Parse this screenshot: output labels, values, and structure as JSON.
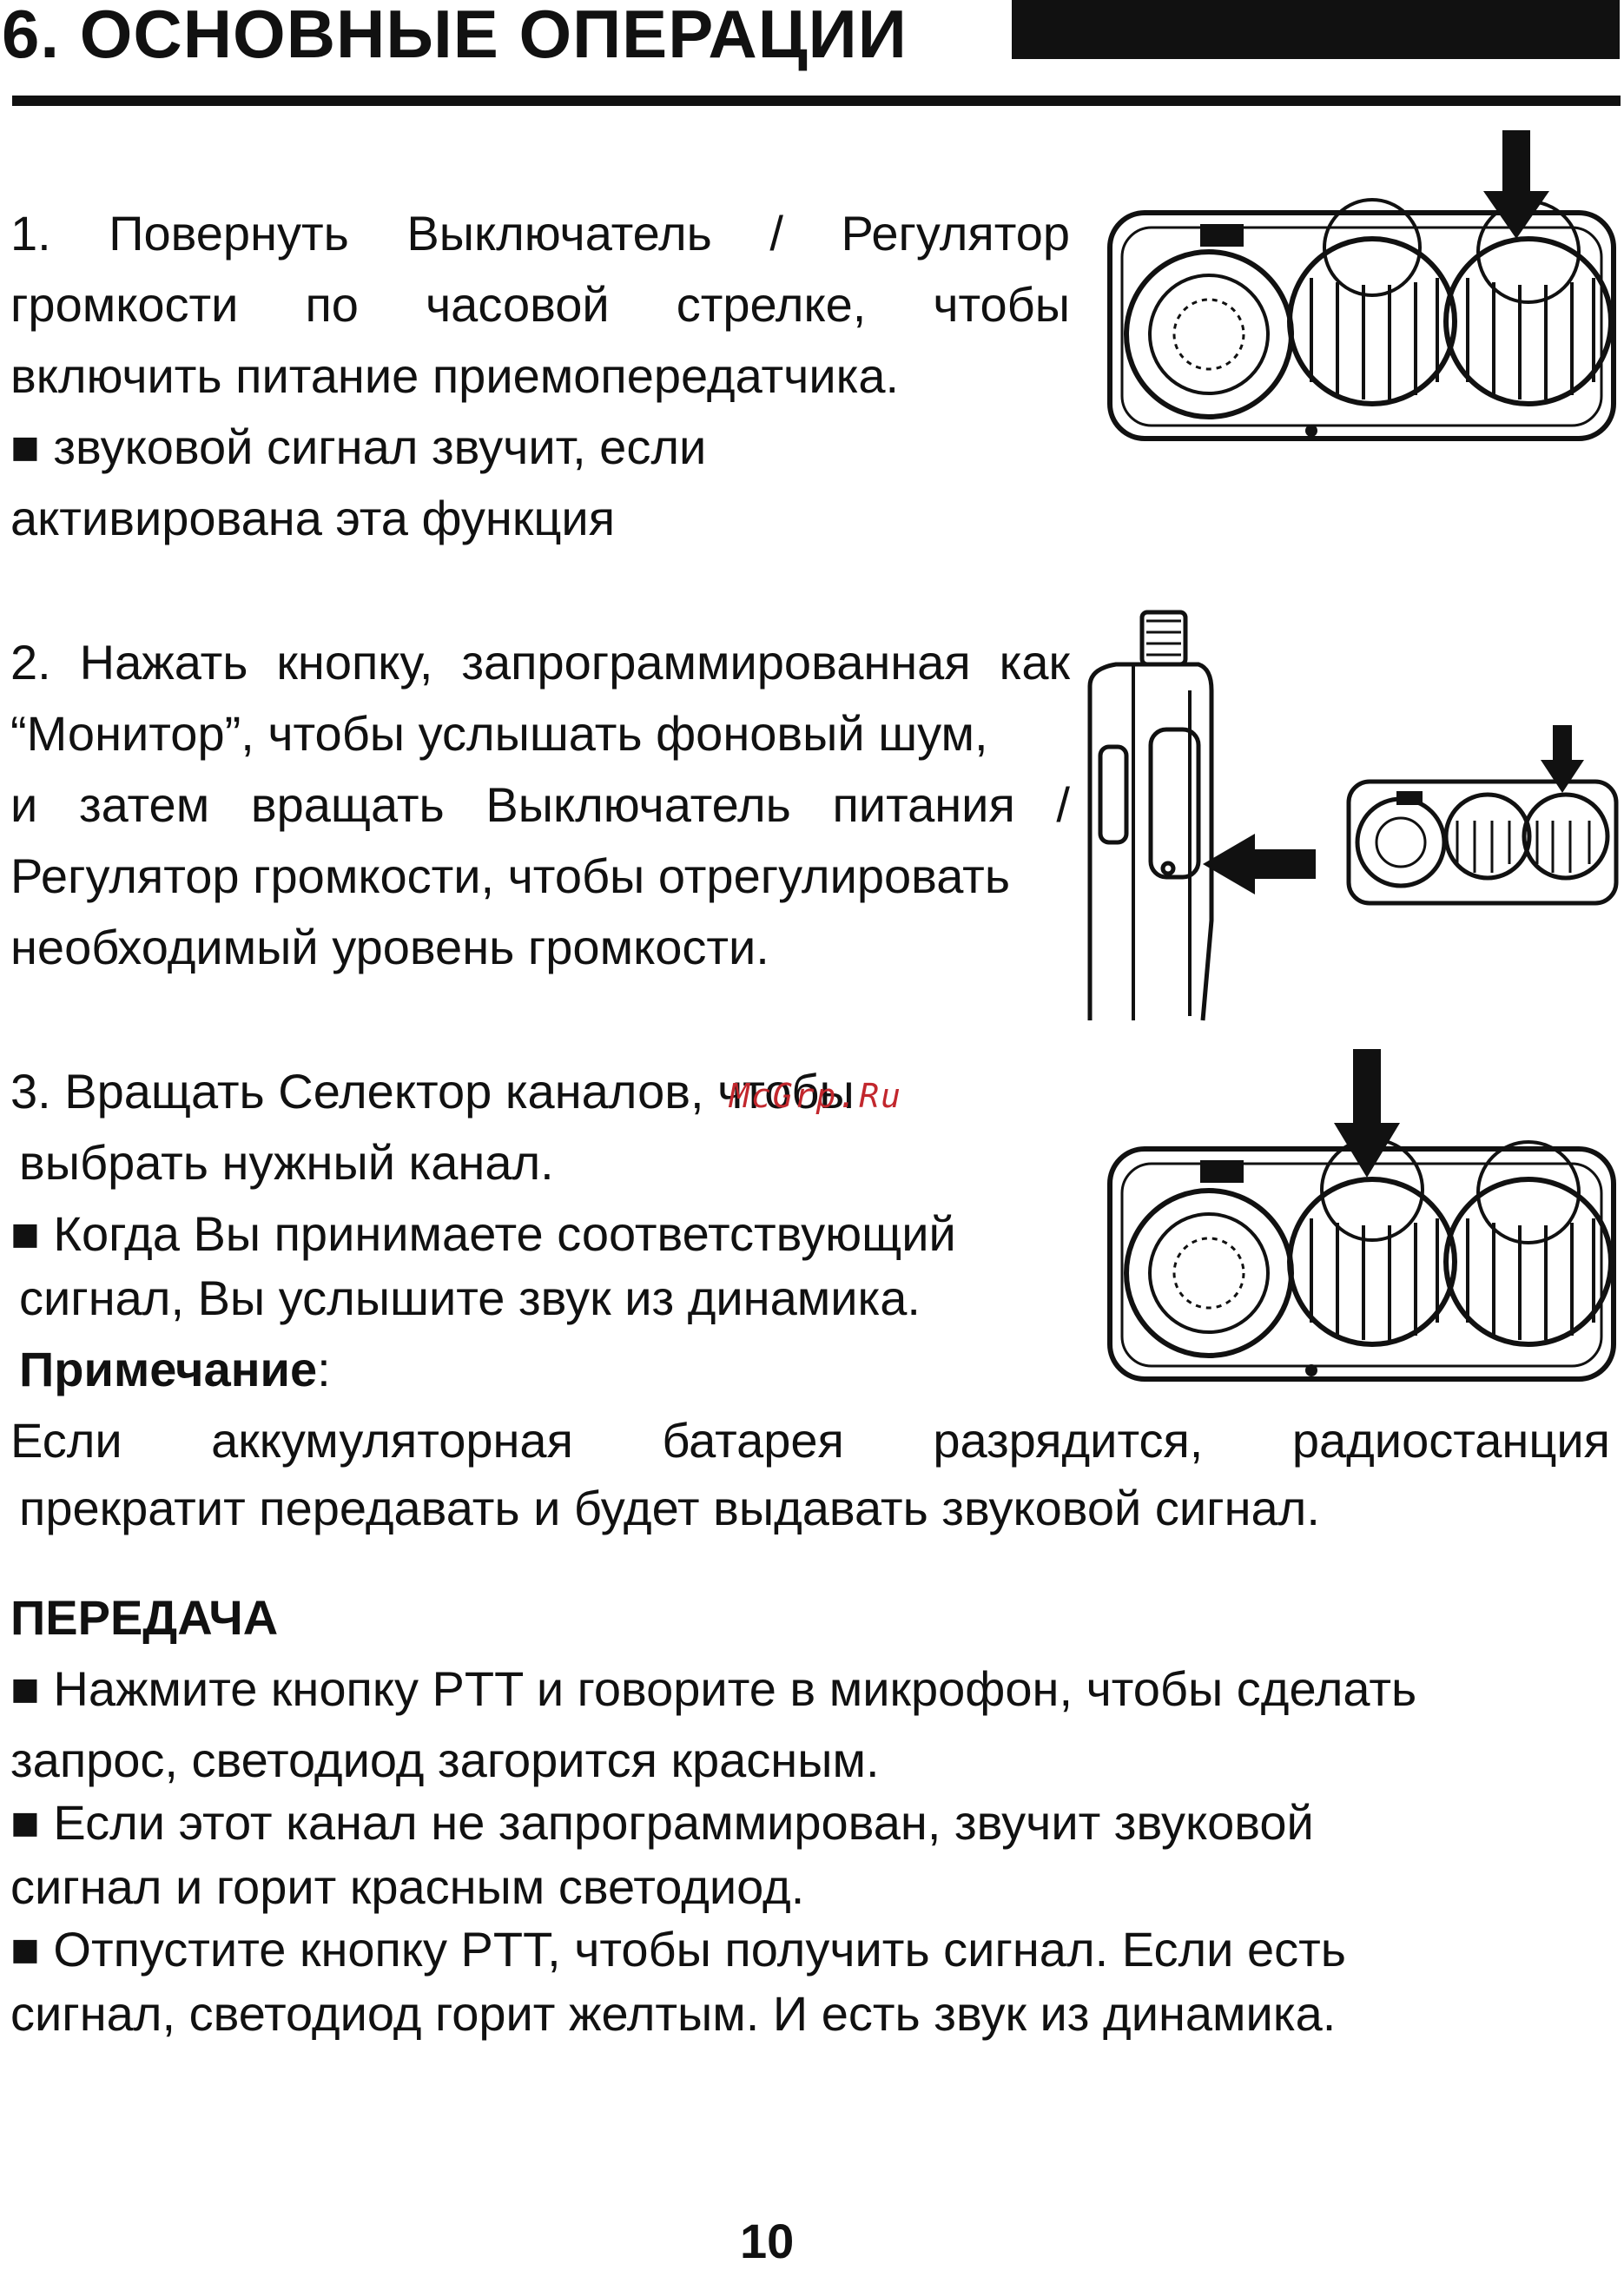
{
  "header": {
    "title": "6. ОСНОВНЫЕ ОПЕРАЦИИ"
  },
  "step1": {
    "lines": [
      "1. Повернуть Выключатель / Регулятор",
      "громкости по часовой стрелке, чтобы",
      "включить питание приемопередатчика."
    ],
    "bullet_line1": "■ звуковой сигнал звучит, если",
    "bullet_line2": "активирована эта функция"
  },
  "step2": {
    "lines": [
      "2. Нажать кнопку, запрограммированная как",
      "“Монитор”, чтобы услышать фоновый  шум,",
      "и затем вращать Выключатель питания /",
      "Регулятор громкости, чтобы отрегулировать",
      "необходимый  уровень  громкости."
    ]
  },
  "step3": {
    "line1": "3. Вращать Селектор каналов, чтобы",
    "line2": "выбрать нужный канал.",
    "bullet_line1": "■ Когда Вы принимаете соответствующий",
    "bullet_line2": "сигнал, Вы услышите звук из динамика.",
    "note_label": "Примечание",
    "note_colon": ":",
    "note_line1": "Если аккумуляторная батарея разрядится, радиостанция",
    "note_line2": "прекратит передавать и будет выдавать звуковой сигнал."
  },
  "transmit": {
    "heading": "ПЕРЕДАЧА",
    "b1_line1": "■ Нажмите кнопку PTT и говорите в микрофон, чтобы сделать",
    "b1_line2": "запрос, светодиод загорится красным.",
    "b2_line1": "■ Если этот канал не запрограммирован, звучит звуковой",
    "b2_line2": "сигнал и горит красным светодиод.",
    "b3_line1": "■ Отпустите кнопку PTT, чтобы получить сигнал. Если есть",
    "b3_line2": "сигнал, светодиод горит желтым. И есть звук из динамика."
  },
  "watermark": "McGrp.Ru",
  "page_number": "10"
}
